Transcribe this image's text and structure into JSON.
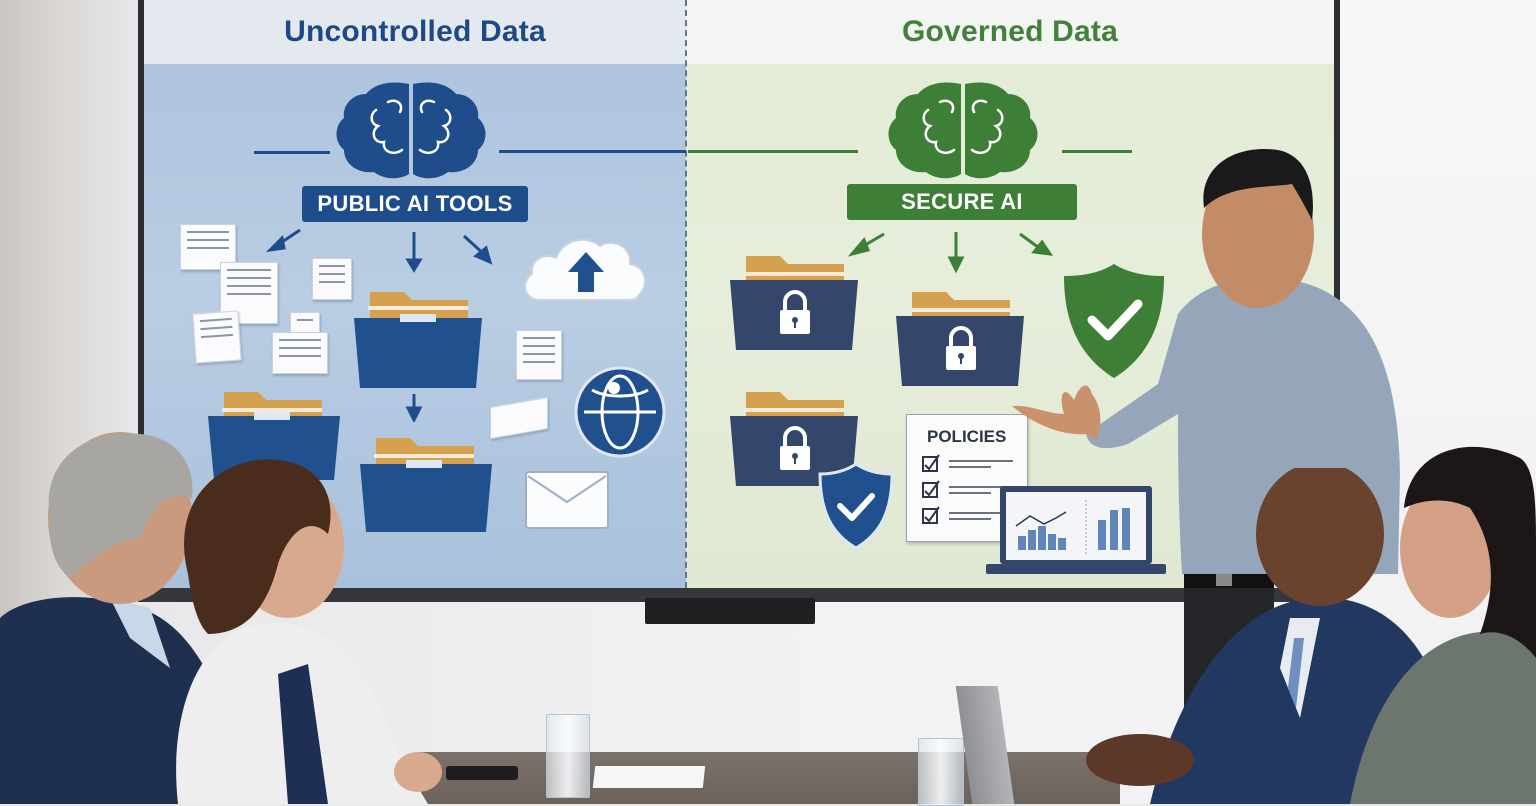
{
  "scene": {
    "description": "Presenter in a meeting room pointing at a wall display comparing uncontrolled vs governed data for AI use",
    "people_count": 5
  },
  "display": {
    "left_panel": {
      "title": "Uncontrolled Data",
      "badge": "PUBLIC AI TOOLS",
      "color": "#1f4d8c",
      "icons": [
        "brain-icon",
        "document-icon",
        "folder-icon",
        "cloud-upload-icon",
        "globe-icon",
        "envelope-icon",
        "arrow-icon"
      ]
    },
    "right_panel": {
      "title": "Governed Data",
      "badge": "SECURE AI",
      "color": "#3e7f37",
      "policies_card": {
        "title": "POLICIES",
        "items": 3
      },
      "icons": [
        "brain-icon",
        "locked-folder-icon",
        "shield-check-icon",
        "policy-checklist-icon",
        "laptop-chart-icon",
        "arrow-icon"
      ]
    }
  },
  "colors": {
    "blue_accent": "#1f4d8c",
    "green_accent": "#3e7f37",
    "folder_tab": "#d6a14f",
    "navy_folder": "#34466b"
  }
}
